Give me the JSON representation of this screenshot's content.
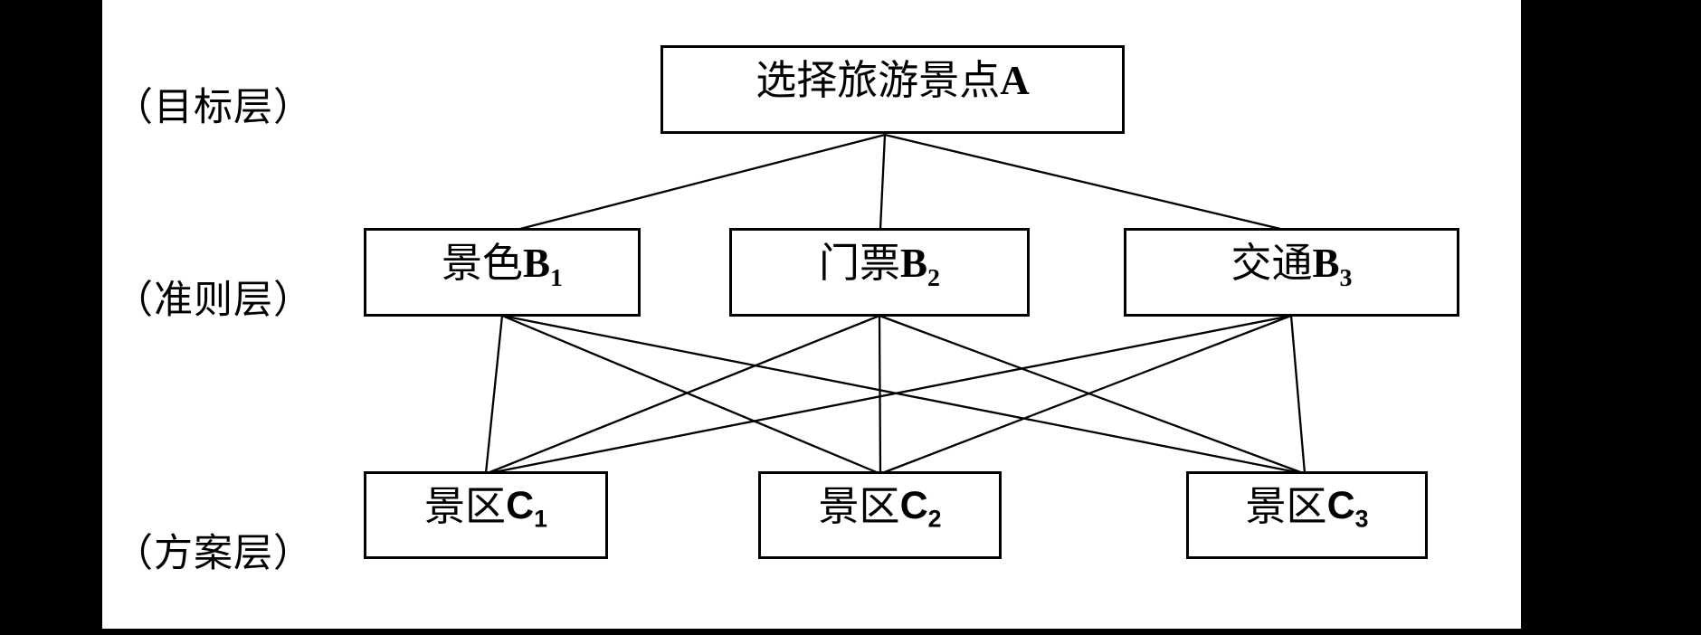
{
  "diagram": {
    "layers": [
      {
        "id": "goal",
        "label": "（目标层）"
      },
      {
        "id": "criteria",
        "label": "（准则层）"
      },
      {
        "id": "plan",
        "label": "（方案层）"
      }
    ],
    "nodes": {
      "a": {
        "text": "选择旅游景点",
        "symbol": "A",
        "sub": ""
      },
      "b1": {
        "text": "景色",
        "symbol": "B",
        "sub": "1"
      },
      "b2": {
        "text": "门票",
        "symbol": "B",
        "sub": "2"
      },
      "b3": {
        "text": "交通",
        "symbol": "B",
        "sub": "3"
      },
      "c1": {
        "text": "景区",
        "symbol": "C",
        "sub": "1"
      },
      "c2": {
        "text": "景区",
        "symbol": "C",
        "sub": "2"
      },
      "c3": {
        "text": "景区",
        "symbol": "C",
        "sub": "3"
      }
    },
    "edges": [
      [
        "A",
        "B1"
      ],
      [
        "A",
        "B2"
      ],
      [
        "A",
        "B3"
      ],
      [
        "B1",
        "C1"
      ],
      [
        "B1",
        "C2"
      ],
      [
        "B1",
        "C3"
      ],
      [
        "B2",
        "C1"
      ],
      [
        "B2",
        "C2"
      ],
      [
        "B2",
        "C3"
      ],
      [
        "B3",
        "C1"
      ],
      [
        "B3",
        "C2"
      ],
      [
        "B3",
        "C3"
      ]
    ],
    "colors": {
      "background": "#000000",
      "panel": "#ffffff",
      "stroke": "#000000",
      "text": "#000000"
    }
  }
}
